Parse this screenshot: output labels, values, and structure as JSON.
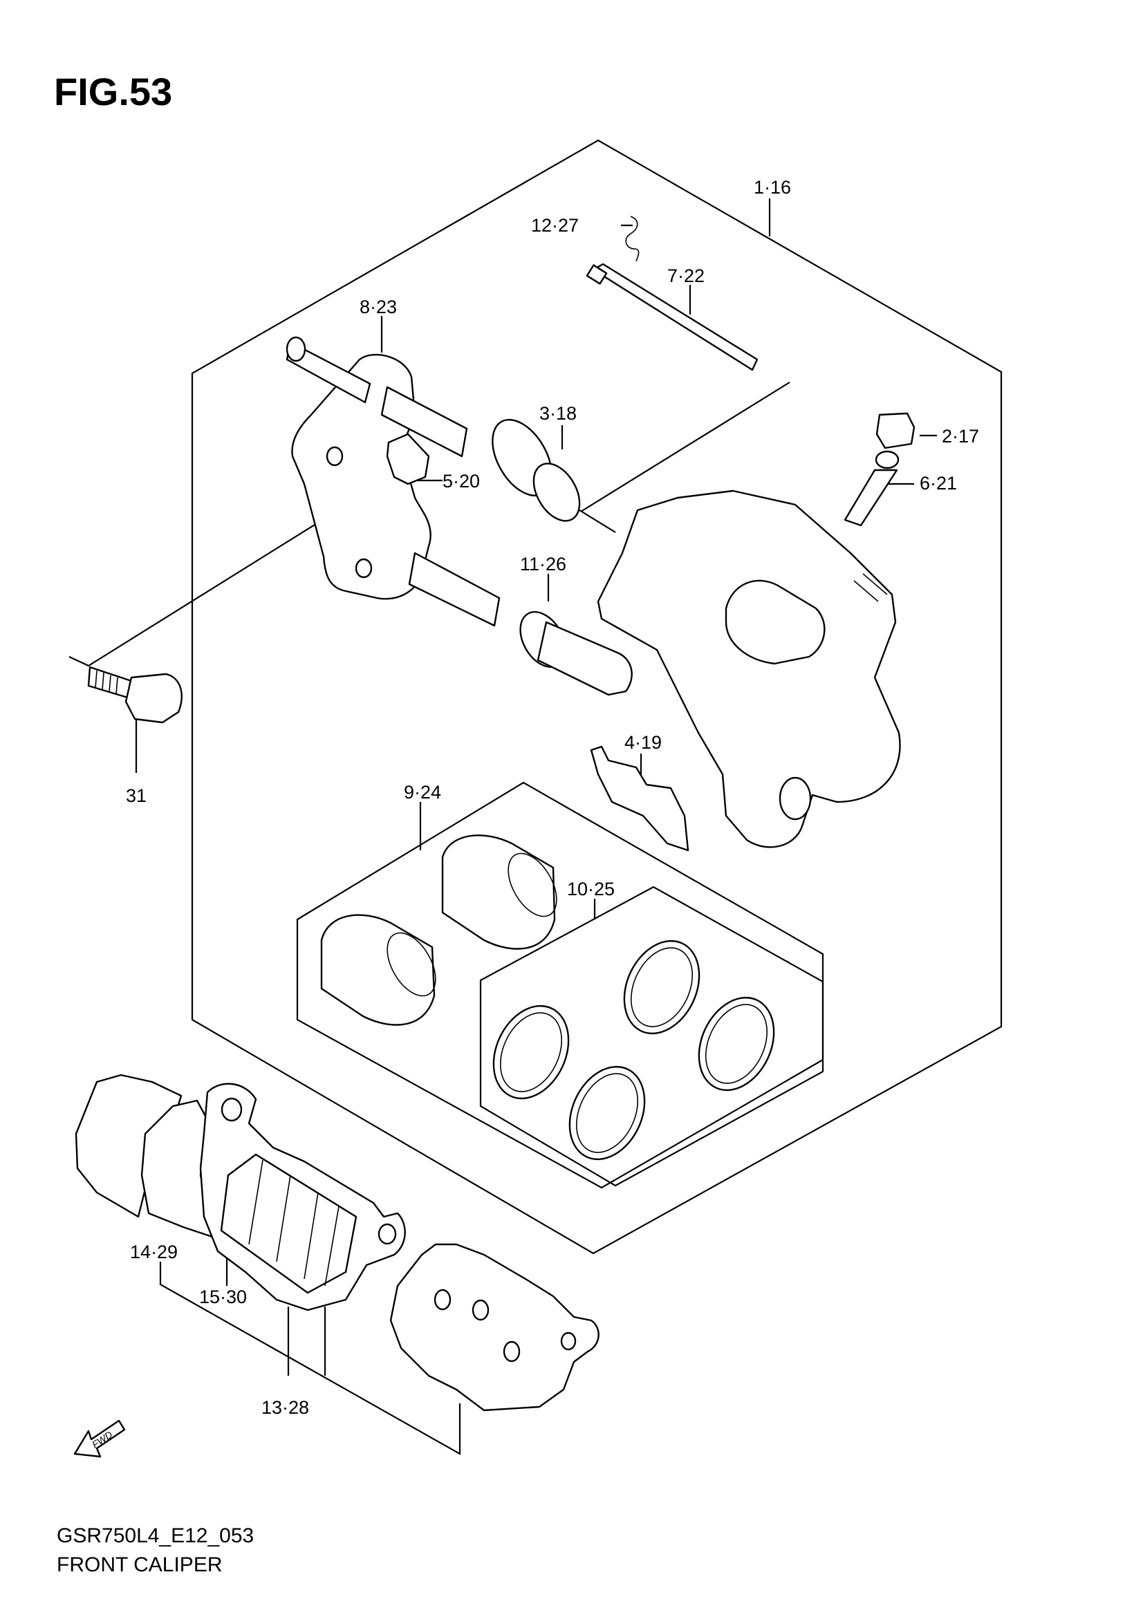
{
  "figure": {
    "title": "FIG.53",
    "code": "GSR750L4_E12_053",
    "name": "FRONT CALIPER"
  },
  "callouts": {
    "c1_16": "1·16",
    "c12_27": "12·27",
    "c7_22": "7·22",
    "c8_23": "8·23",
    "c3_18": "3·18",
    "c2_17": "2·17",
    "c5_20": "5·20",
    "c6_21": "6·21",
    "c11_26": "11·26",
    "c4_19": "4·19",
    "c31": "31",
    "c9_24": "9·24",
    "c10_25": "10·25",
    "c14_29": "14·29",
    "c15_30": "15·30",
    "c13_28": "13·28"
  },
  "icons": {
    "fwd_label": "FWD"
  }
}
